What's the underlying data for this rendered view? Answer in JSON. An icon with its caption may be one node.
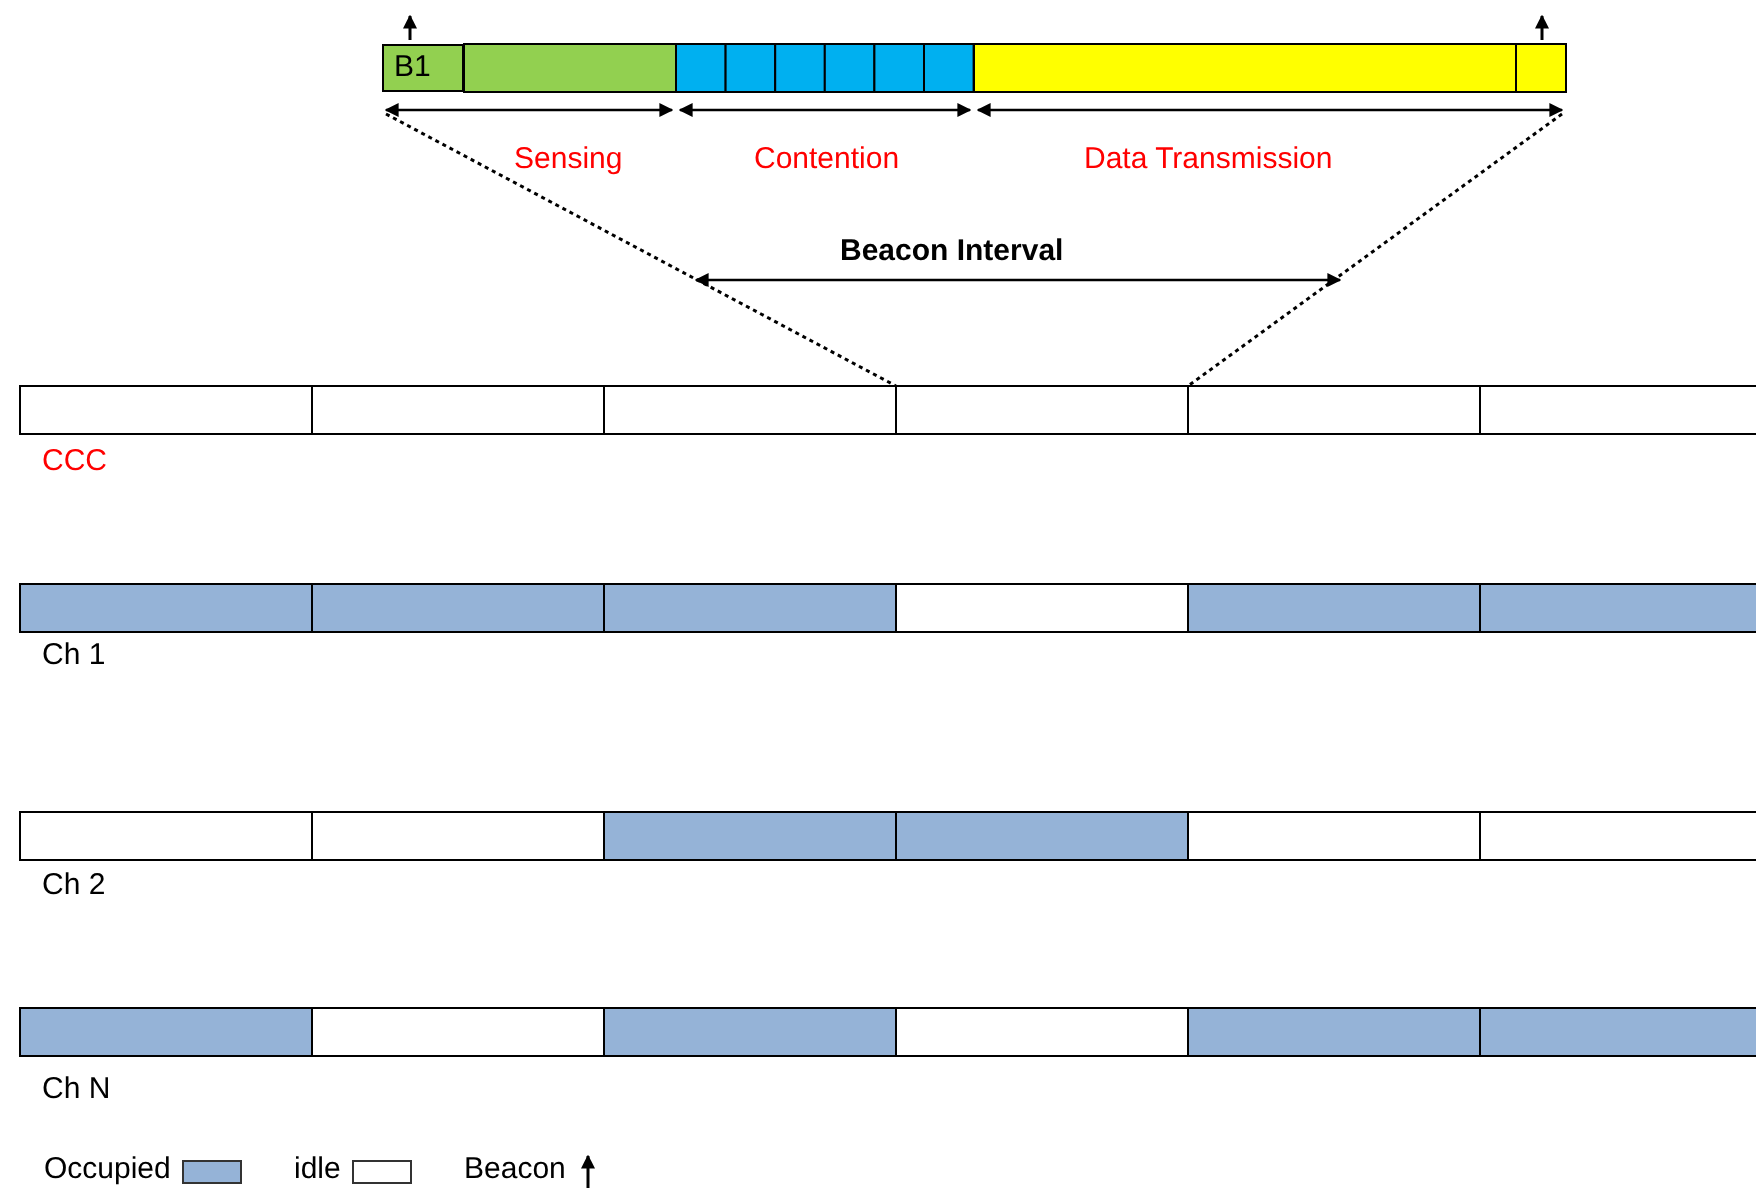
{
  "diagram": {
    "nodes": [
      {
        "text": [
          "B1"
        ]
      }
    ],
    "labels": [
      "Sensing",
      "Contention",
      "Data Transmission",
      "Beacon Interval",
      "CCC",
      "Ch 1",
      "Ch 2",
      "Ch N"
    ],
    "legend": [
      {
        "text": "Occupied",
        "color": "#95b3d7"
      },
      {
        "text": "idle",
        "color": "#ffffff"
      },
      {
        "text": "Beacon"
      }
    ]
  }
}
